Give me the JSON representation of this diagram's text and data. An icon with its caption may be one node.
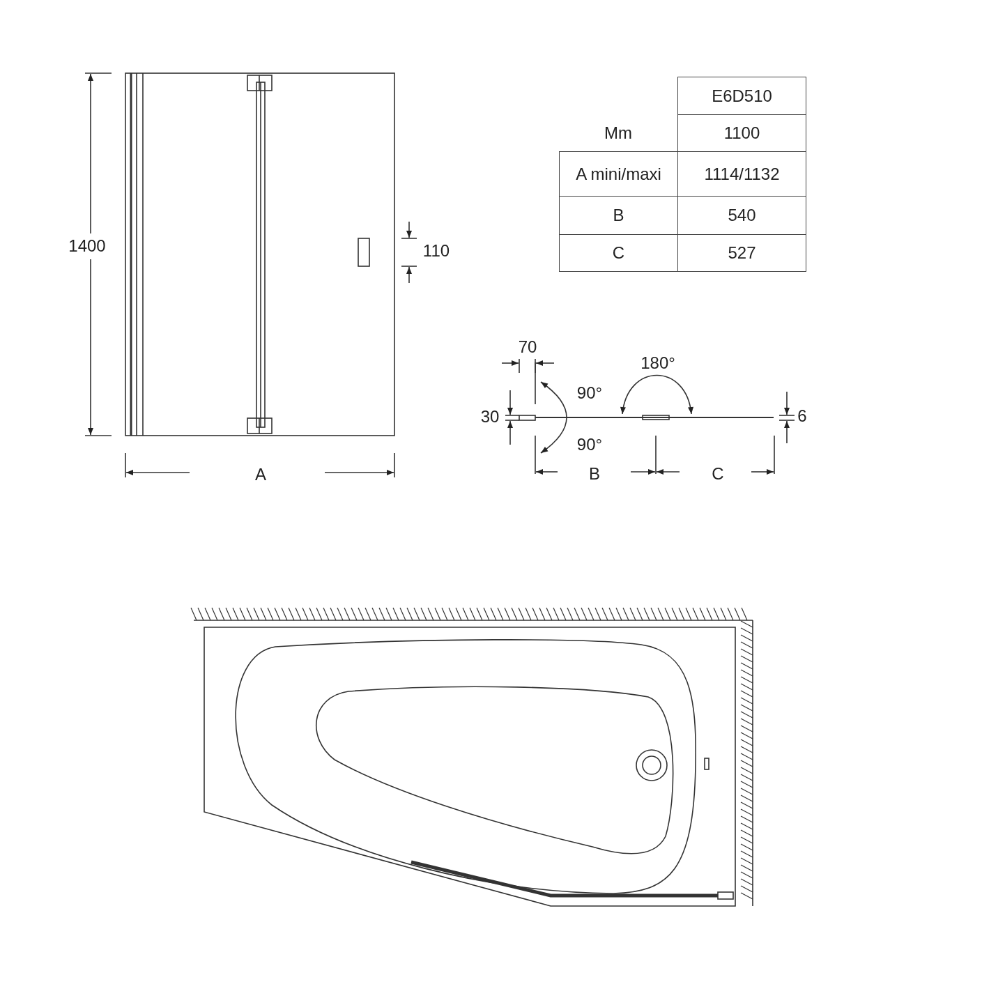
{
  "diagram": {
    "labels": [
      "1400",
      "110",
      "A",
      "E6D510",
      "Mm",
      "1100",
      "A mini/maxi",
      "1114/1132",
      "B",
      "540",
      "C",
      "527",
      "70",
      "180°",
      "90°",
      "30",
      "6",
      "90°",
      "B",
      "C"
    ]
  }
}
